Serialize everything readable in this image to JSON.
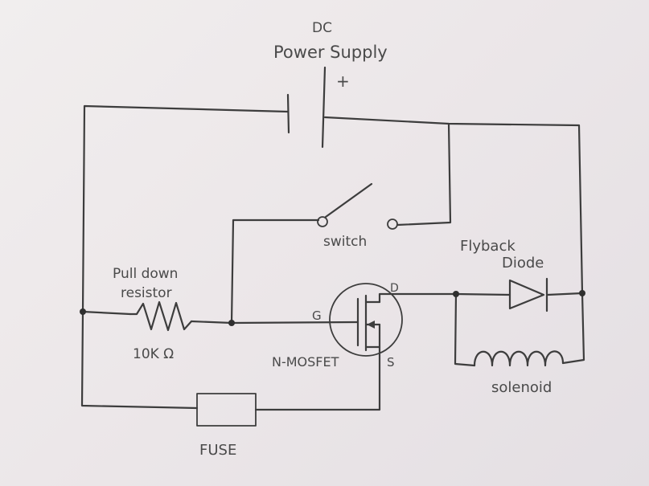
{
  "labels": {
    "dc": "DC",
    "power_supply": "Power Supply",
    "plus": "+",
    "switch": "switch",
    "flyback_line1": "Flyback",
    "flyback_line2": "Diode",
    "pulldown_line1": "Pull down",
    "pulldown_line2": "resistor",
    "resistance": "10K Ω",
    "gate": "G",
    "drain": "D",
    "source": "S",
    "mosfet": "N-MOSFET",
    "solenoid": "solenoid",
    "fuse": "FUSE"
  },
  "colors": {
    "paper": "#ece7e9",
    "ink": "#3d3d3d"
  }
}
